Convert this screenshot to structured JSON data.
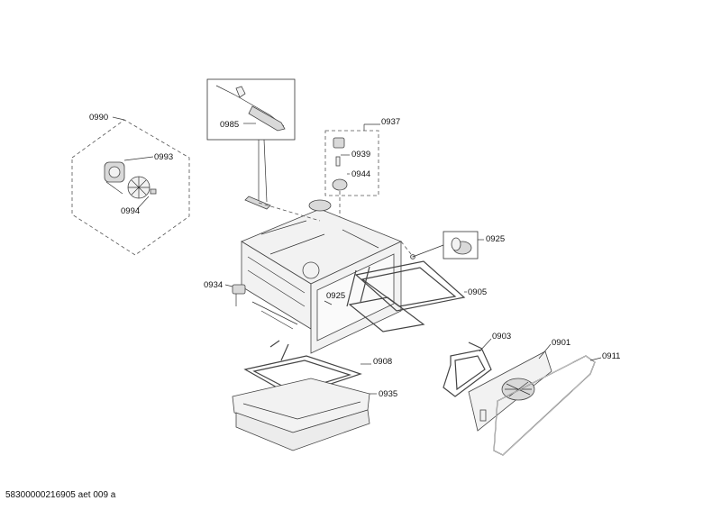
{
  "labels": {
    "p0990": "0990",
    "p0993": "0993",
    "p0994": "0994",
    "p0985": "0985",
    "p0937": "0937",
    "p0939": "0939",
    "p0944": "0944",
    "p0925a": "0925",
    "p0925b": "0925",
    "p0934": "0934",
    "p0905": "0905",
    "p0903": "0903",
    "p0901": "0901",
    "p0911": "0911",
    "p0908": "0908",
    "p0935": "0935"
  },
  "footer": "58300000216905 aet 009 a"
}
